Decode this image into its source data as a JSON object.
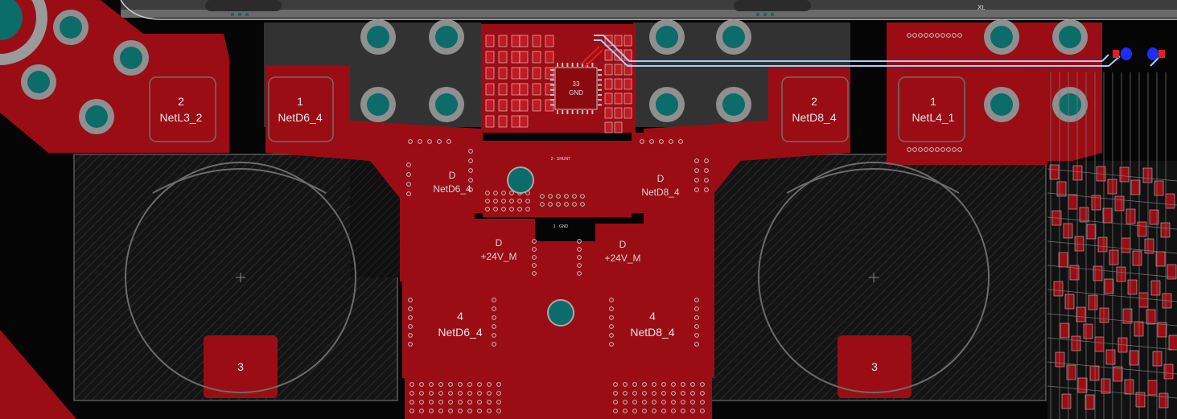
{
  "board": {
    "colors": {
      "background": "#000000",
      "copper_top": "#9b0d14",
      "copper_edge": "#b81a22",
      "keepout_hatch": "#2f2f2f",
      "component_outline": "#5a5a5a",
      "silk_gray": "#bdbdbd",
      "pad_ring": "#9a9a9a",
      "via_fill": "#0c6c6a",
      "trace_blue": "#9fd0ff",
      "blue_pad": "#1e2cff",
      "board_edge": "#d0d0d0"
    },
    "pads": {
      "l3_pin2": {
        "number": "2",
        "net": "NetL3_2"
      },
      "d6_pin1": {
        "number": "1",
        "net": "NetD6_4"
      },
      "d8_pin2": {
        "number": "2",
        "net": "NetD8_4"
      },
      "l4_pin1": {
        "number": "1",
        "net": "NetL4_1"
      },
      "d6_drain": {
        "number": "D",
        "net": "NetD6_4"
      },
      "d8_drain": {
        "number": "D",
        "net": "NetD8_4"
      },
      "d6_pin4": {
        "number": "4",
        "net": "NetD6_4"
      },
      "d8_pin4": {
        "number": "4",
        "net": "NetD8_4"
      },
      "m_left": {
        "number": "D",
        "net": "+24V_M"
      },
      "m_right": {
        "number": "D",
        "net": "+24V_M"
      },
      "cap_left_pin3": {
        "number": "3"
      },
      "cap_right_pin3": {
        "number": "3"
      }
    },
    "ic": {
      "pin": "33",
      "net": "GND"
    },
    "small_labels": {
      "shunt": "2 · SHUNT",
      "gnd": "1 · GND",
      "top_ref": "Xt."
    }
  }
}
